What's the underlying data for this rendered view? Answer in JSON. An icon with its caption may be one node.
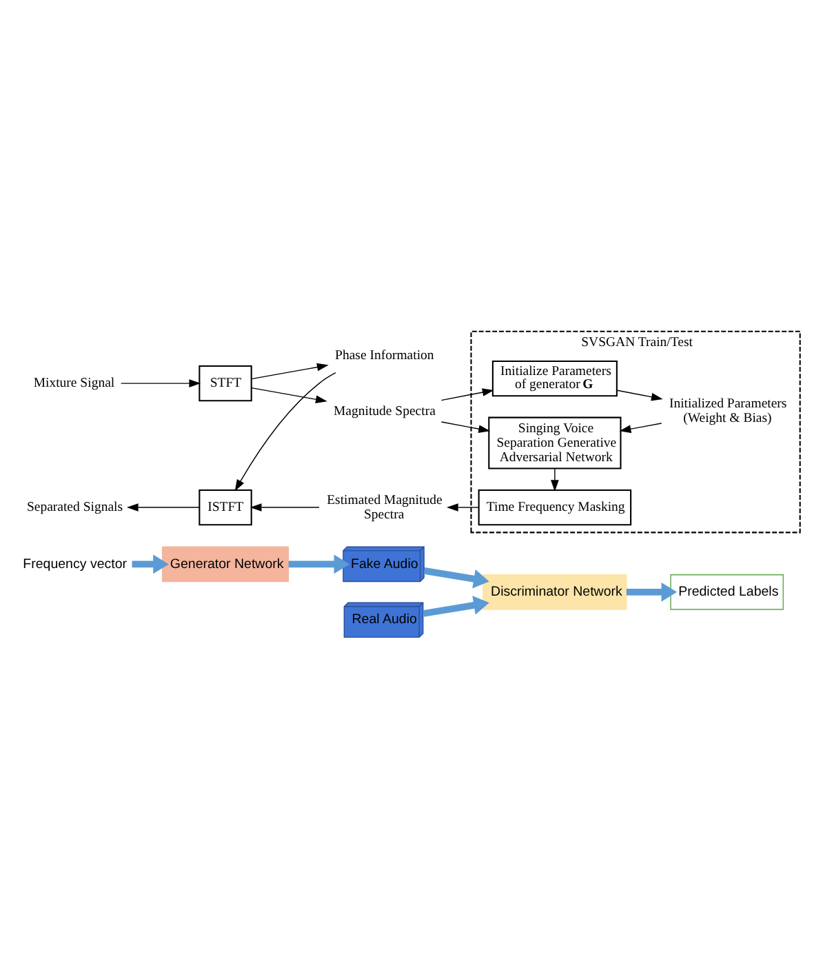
{
  "diagram": {
    "nodes": [
      {
        "text": [
          "Frequency vector"
        ]
      },
      {
        "text": [
          "Real Audio"
        ]
      },
      {
        "text": [
          "Discriminator Network"
        ]
      },
      {
        "text": [
          "Predicted Labels"
        ]
      },
      {
        "text": [
          "Generator Network"
        ]
      },
      {
        "text": [
          "Fake Audio"
        ]
      },
      {
        "text": [
          "Mixture Signal"
        ]
      },
      {
        "text": [
          "STFT"
        ]
      },
      {
        "text": [
          "Magnitude Spectra"
        ]
      },
      {
        "text": [
          "Phase Information"
        ]
      },
      {
        "text": [
          "SVSGAN Train/Test"
        ]
      },
      {
        "text": [
          "Initialize Parameters of generator **G**"
        ],
        "in": 10
      },
      {
        "text": [
          "Initialized Parameters (Weight & Bias)"
        ],
        "in": 10
      },
      {
        "text": [
          "Singing Voice Separation Generative Adversarial Network"
        ],
        "in": 10
      },
      {
        "text": [
          "Time Frequency Masking"
        ],
        "in": 10
      },
      {
        "text": [
          "Estimated Magnitude Spectra"
        ]
      },
      {
        "text": [
          "ISTFT"
        ]
      },
      {
        "text": [
          "Separated Signals"
        ]
      }
    ],
    "edges": [
      {
        "from": 1,
        "to": 2,
        "arrow": "to",
        "style": "thick",
        "color": "#5b9bd5"
      },
      {
        "from": 2,
        "to": 3,
        "arrow": "to",
        "style": "thick",
        "color": "#5b9bd5"
      },
      {
        "from": 0,
        "to": 4,
        "arrow": "to",
        "style": "thick",
        "color": "#5b9bd5"
      },
      {
        "from": 4,
        "to": 5,
        "arrow": "to",
        "style": "thick",
        "color": "#5b9bd5"
      },
      {
        "from": 5,
        "to": 2,
        "arrow": "to",
        "style": "thick",
        "color": "#5b9bd5"
      },
      {
        "from": 6,
        "to": 7,
        "arrow": "to"
      },
      {
        "from": 7,
        "to": 8,
        "arrow": "to"
      },
      {
        "from": 7,
        "to": 9,
        "arrow": "to"
      },
      {
        "from": 8,
        "to": 11,
        "arrow": "to"
      },
      {
        "from": 8,
        "to": 13,
        "arrow": "to"
      },
      {
        "from": 11,
        "to": 12,
        "arrow": "to"
      },
      {
        "from": 12,
        "to": 13,
        "arrow": "to"
      },
      {
        "from": 13,
        "to": 14,
        "arrow": "to"
      },
      {
        "from": 14,
        "to": 15,
        "arrow": "to"
      },
      {
        "from": 9,
        "to": 16,
        "arrow": "to"
      },
      {
        "from": 15,
        "to": 16,
        "arrow": "to"
      },
      {
        "from": 16,
        "to": 17,
        "arrow": "to"
      }
    ]
  }
}
